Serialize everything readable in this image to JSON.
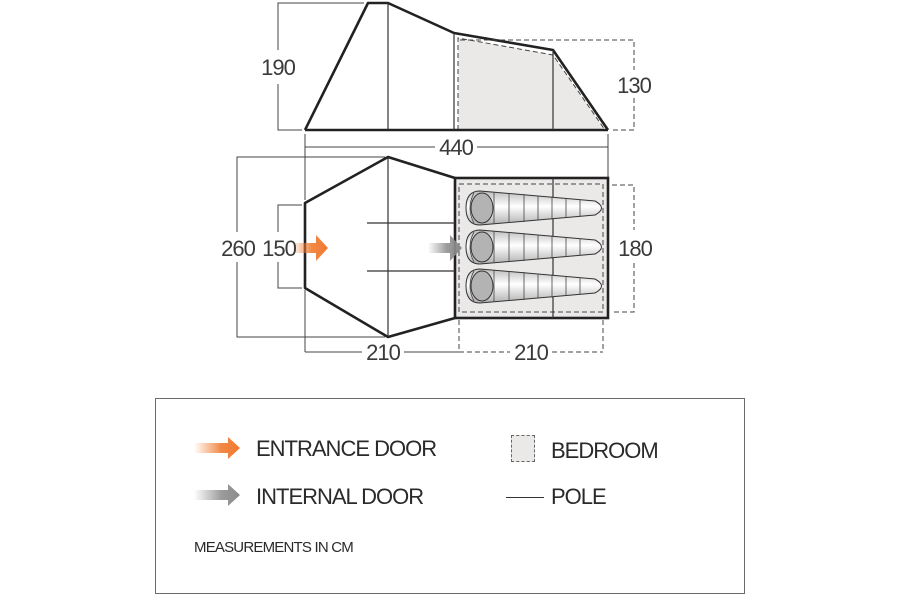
{
  "diagram": {
    "side_view": {
      "height_label": "190",
      "bedroom_height_label": "130",
      "length_label": "440"
    },
    "floor_plan": {
      "width_label": "260",
      "door_width_label": "150",
      "bedroom_width_label": "180",
      "porch_length_label": "210",
      "bedroom_length_label": "210",
      "sleeping_bags": 3
    },
    "colors": {
      "entrance_arrow": "#f07a30",
      "internal_arrow": "#8a8a8a",
      "bedroom_fill": "#ebe8e8",
      "outline": "#222222"
    }
  },
  "legend": {
    "entrance_door": "ENTRANCE DOOR",
    "internal_door": "INTERNAL DOOR",
    "bedroom": "BEDROOM",
    "pole": "POLE",
    "note": "MEASUREMENTS IN CM"
  }
}
